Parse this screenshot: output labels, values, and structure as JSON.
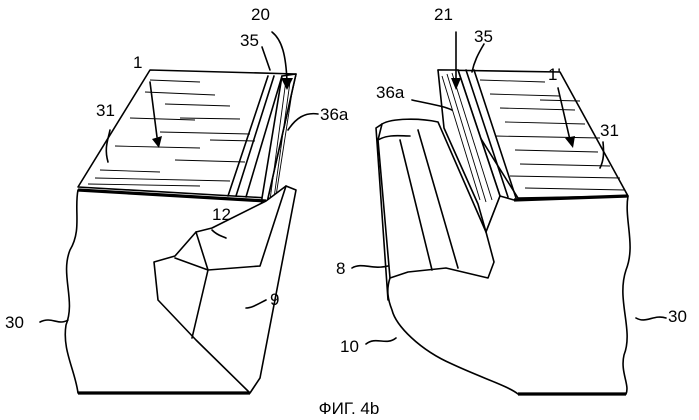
{
  "figure": {
    "caption": "ФИГ. 4b",
    "left_part": {
      "labels": {
        "l1": "1",
        "l20": "20",
        "l35": "35",
        "l31": "31",
        "l36a": "36a",
        "l12": "12",
        "l9": "9",
        "l30": "30"
      }
    },
    "right_part": {
      "labels": {
        "l21": "21",
        "l35": "35",
        "l36a": "36a",
        "l1p": "1'",
        "l31": "31",
        "l8": "8",
        "l10": "10",
        "l30": "30"
      }
    }
  }
}
